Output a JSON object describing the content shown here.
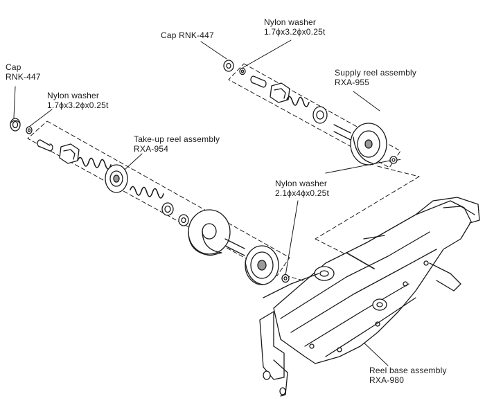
{
  "labels": {
    "cap_left": "Cap",
    "cap_left_part": "RNK-447",
    "washer_left_name": "Nylon washer",
    "washer_left_spec": "1.7ϕx3.2ϕx0.25t",
    "takeup_name": "Take-up reel assembly",
    "takeup_part": "RXA-954",
    "cap_top": "Cap RNK-447",
    "washer_top_name": "Nylon washer",
    "washer_top_spec": "1.7ϕx3.2ϕx0.25t",
    "supply_name": "Supply reel assembly",
    "supply_part": "RXA-955",
    "washer_mid_name": "Nylon washer",
    "washer_mid_spec": "2.1ϕx4ϕx0.25t",
    "base_name": "Reel base assembly",
    "base_part": "RXA-980"
  },
  "colors": {
    "ink": "#1a1a1a",
    "paper": "#ffffff",
    "shade": "#9a9a9a"
  }
}
